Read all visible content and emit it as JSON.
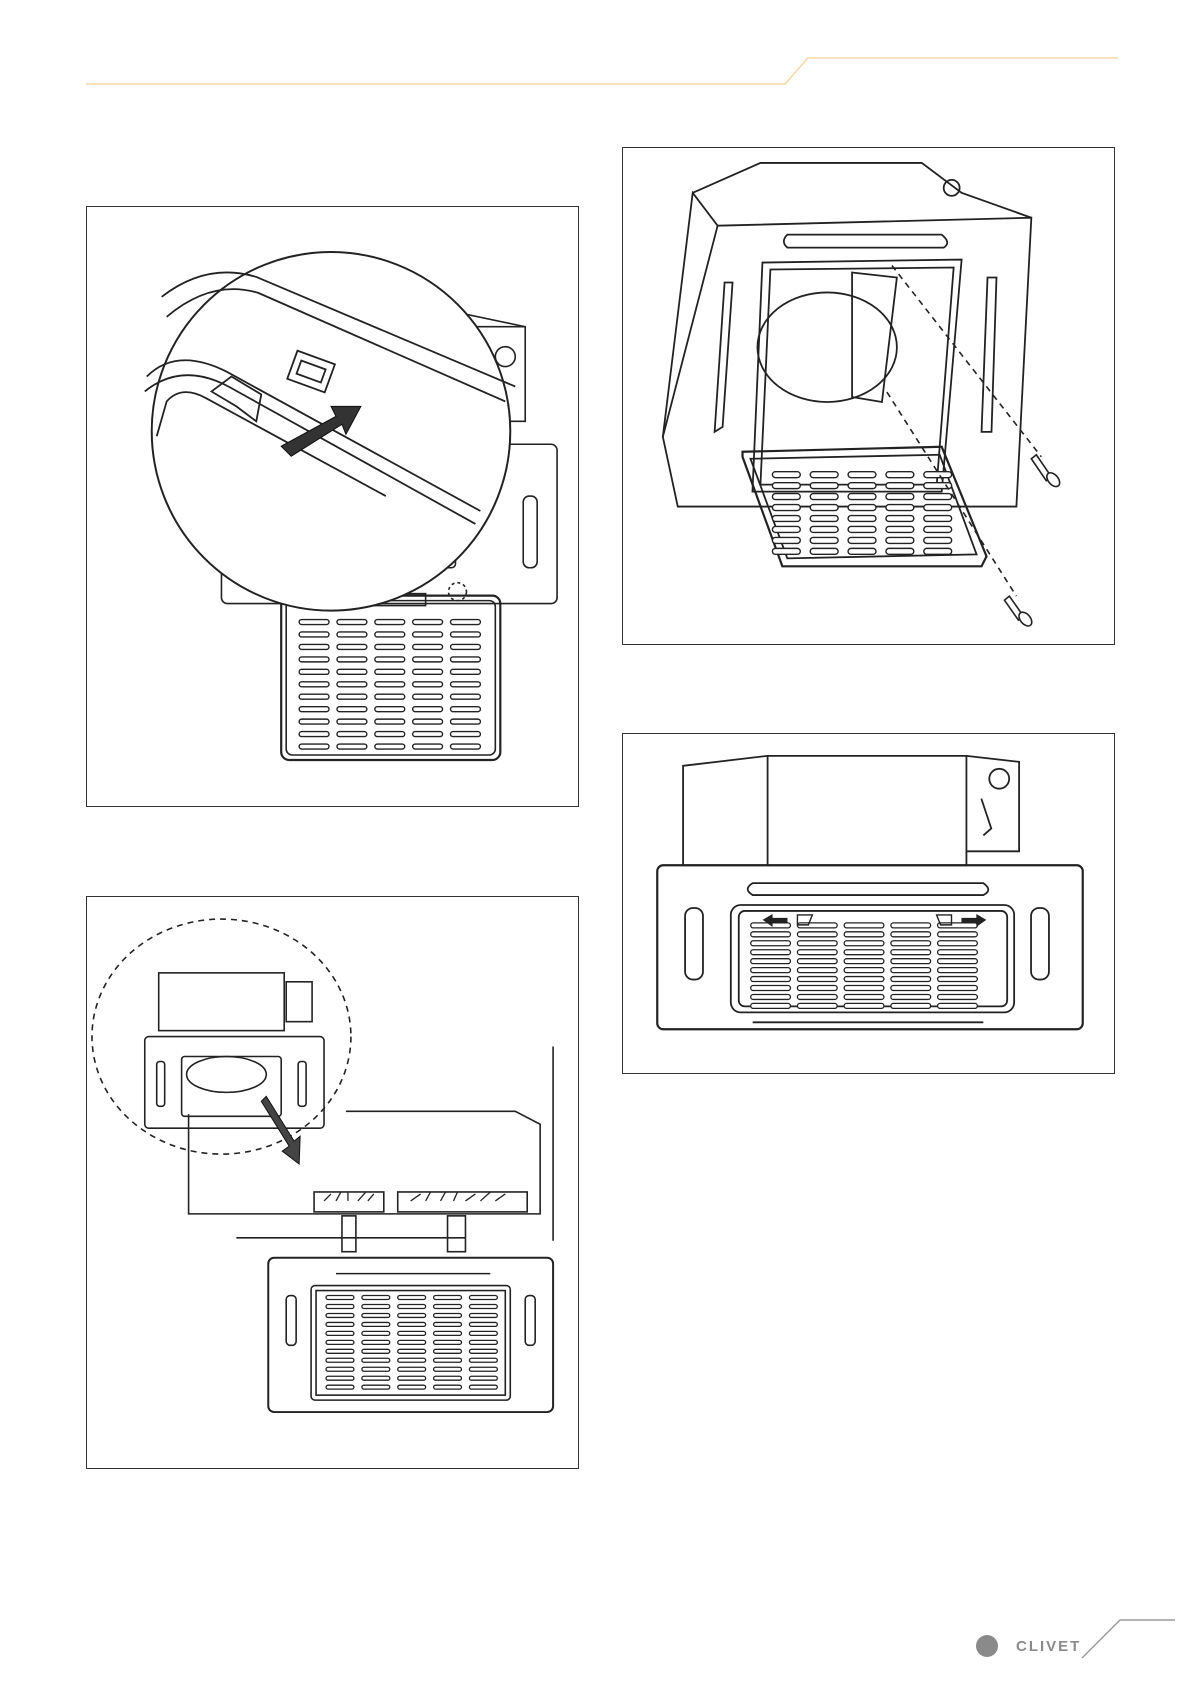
{
  "page": {
    "brand": "CLIVET",
    "accent_color": "#f2d9a6",
    "line_color": "#222222"
  },
  "figures": [
    {
      "id": "filter-clip-detail",
      "icons": [
        "magnifier-circle",
        "arrow-icon",
        "grille"
      ]
    },
    {
      "id": "grille-screw-removal",
      "icons": [
        "dashed-line",
        "screw-icon",
        "grille"
      ]
    },
    {
      "id": "wiring-connection",
      "icons": [
        "dashed-circle",
        "arrow-icon",
        "connector"
      ]
    },
    {
      "id": "panel-front-view",
      "icons": [
        "swing-arrow-icon",
        "grille"
      ]
    }
  ]
}
